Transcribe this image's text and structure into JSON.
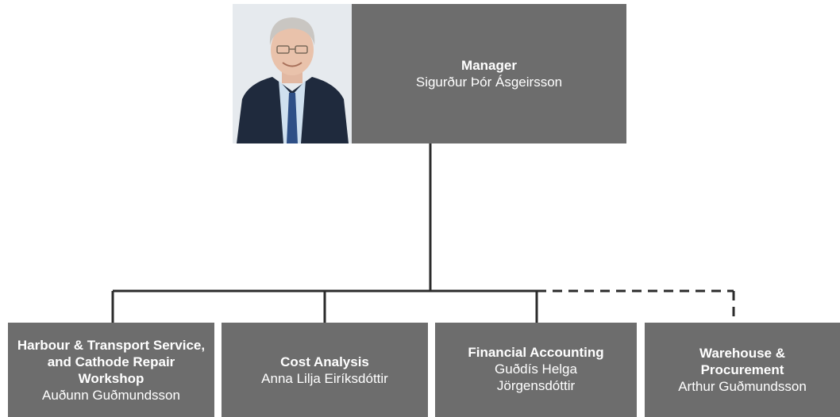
{
  "manager": {
    "title": "Manager",
    "name": "Sigurður Þór Ásgeirsson"
  },
  "departments": [
    {
      "title": "Harbour & Transport Service, and Cathode Repair Workshop",
      "name": "Auðunn Guðmundsson"
    },
    {
      "title": "Cost Analysis",
      "name": "Anna Lilja Eiríksdóttir"
    },
    {
      "title": "Financial Accounting",
      "name": "Guðdís Helga Jörgensdóttir"
    },
    {
      "title": "Warehouse & Procurement",
      "name": "Arthur Guðmundsson"
    }
  ],
  "colors": {
    "box": "#6d6d6d",
    "line": "#2b2b2b",
    "text": "#ffffff"
  }
}
